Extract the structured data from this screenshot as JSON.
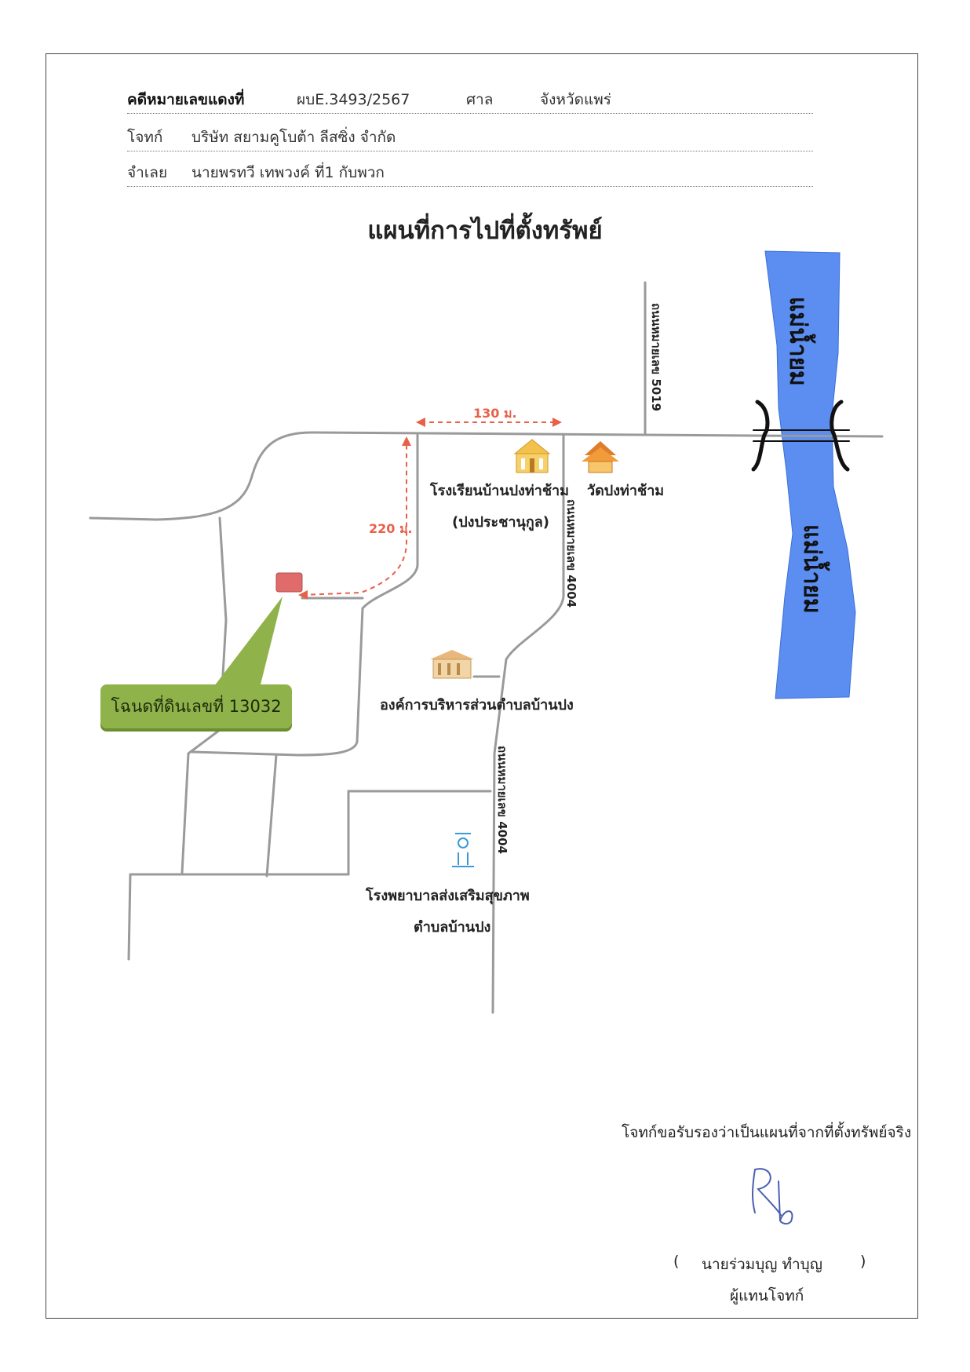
{
  "header": {
    "case_label": "คดีหมายเลขแดงที่",
    "case_number": "ผบE.3493/2567",
    "court_label": "ศาล",
    "court_name": "จังหวัดแพร่",
    "plaintiff_label": "โจทก์",
    "plaintiff_name": "บริษัท สยามคูโบต้า ลีสซิ่ง  จำกัด",
    "defendant_label": "จำเลย",
    "defendant_name": "นายพรทวี  เทพวงค์  ที่1 กับพวก"
  },
  "title": "แผนที่การไปที่ตั้งทรัพย์",
  "map": {
    "river_label_top": "แม่น้ำยม",
    "river_label_bottom": "แม่น้ำยม",
    "road_5019": "ถนนหมายเลข 5019",
    "road_4004_upper": "ถนนหมายเลข 4004",
    "road_4004_lower": "ถนนหมายเลข 4004",
    "dist_130": "130 ม.",
    "dist_220": "220 ม.",
    "school_line1": "โรงเรียนบ้านปงท่าช้าม",
    "school_line2": "(ปงประชานุกูล)",
    "temple": "วัดปงท่าช้าม",
    "sao_office": "องค์การบริหารส่วนตำบลบ้านปง",
    "hospital_line1": "โรงพยาบาลส่งเสริมสุขภาพ",
    "hospital_line2": "ตำบลบ้านปง",
    "deed_label": "โฉนดที่ดินเลขที่ 13032",
    "colors": {
      "river": "#5b8ef0",
      "road": "#9a9a9a",
      "route": "#e8604a",
      "deed": "#8fb34a",
      "parcel": "#e06b6b"
    }
  },
  "footer": {
    "certify": "โจทก์ขอรับรองว่าเป็นแผนที่จากที่ตั้งทรัพย์จริง",
    "signer_open": "(",
    "signer_name": "นายร่วมบุญ   ทำบุญ",
    "signer_close": ")",
    "signer_role": "ผู้แทนโจทก์"
  }
}
